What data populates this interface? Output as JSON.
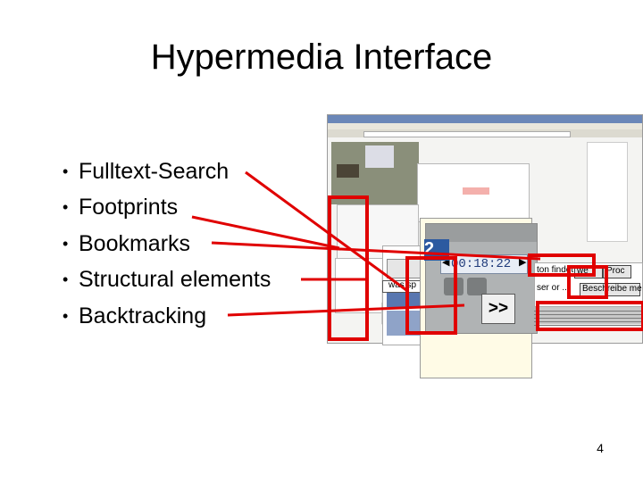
{
  "slide": {
    "title": "Hypermedia Interface",
    "page_number": "4"
  },
  "bullets": [
    {
      "marker": "•",
      "label": "Fulltext-Search"
    },
    {
      "marker": "•",
      "label": "Footprints"
    },
    {
      "marker": "•",
      "label": "Bookmarks"
    },
    {
      "marker": "•",
      "label": "Structural elements"
    },
    {
      "marker": "•",
      "label": "Backtracking"
    }
  ],
  "screenshot": {
    "timer_display": "00:18:22",
    "fast_forward_label": ">>",
    "number_badge": "2",
    "right_panel": {
      "row1_text": "ton findet",
      "row1_tab_a": "we",
      "row1_tab_b": "Proc",
      "row2_text": "ser or ...",
      "row2_tab": "Beschreibe meine..."
    },
    "left_tab_text": "was sp"
  },
  "colors": {
    "highlight_red": "#e00000",
    "timer_blue": "#1f3a7a",
    "badge_blue": "#2c5aa0"
  }
}
